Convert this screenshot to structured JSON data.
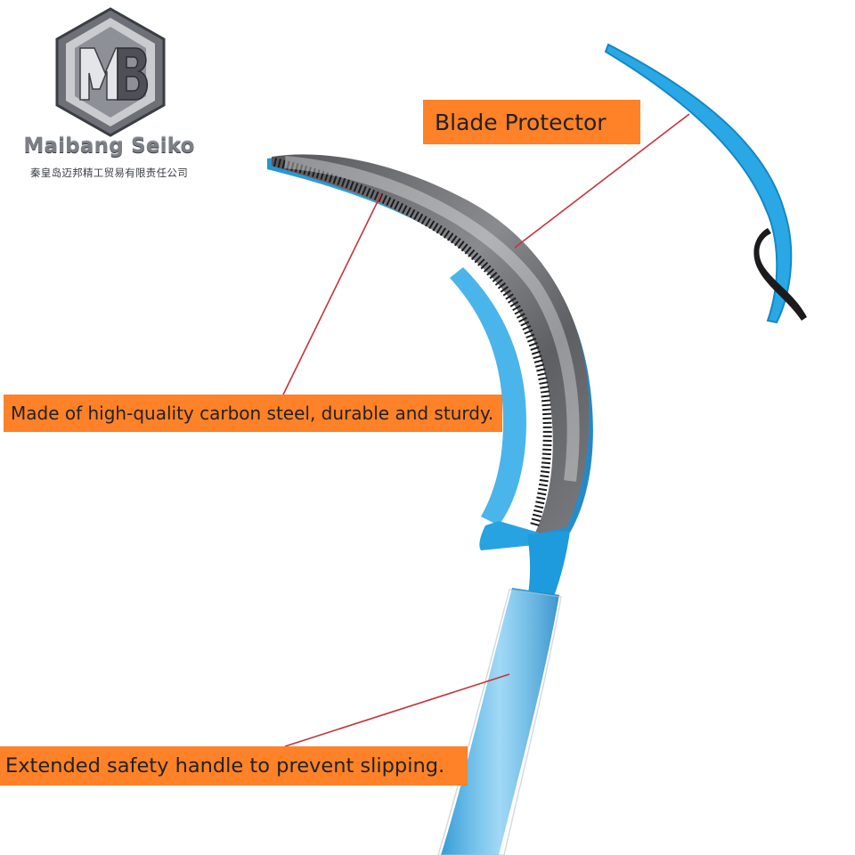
{
  "logo": {
    "monogram": "MB",
    "brand_name": "Maibang Seiko",
    "company_name_cn": "秦皇岛迈邦精工贸易有限责任公司"
  },
  "callouts": {
    "blade_protector": "Blade Protector",
    "material": "Made of high-quality carbon steel, durable and sturdy.",
    "handle": "Extended safety handle to prevent slipping."
  },
  "colors": {
    "callout_background": "#ff8128",
    "leader_line": "#c8323a",
    "handle_blue": "#1e9bdc",
    "protector_blue": "#2aa8e6",
    "blade_steel": "#6e6f72"
  },
  "icons": [
    "mb-logo-icon",
    "leader-line-icon"
  ]
}
